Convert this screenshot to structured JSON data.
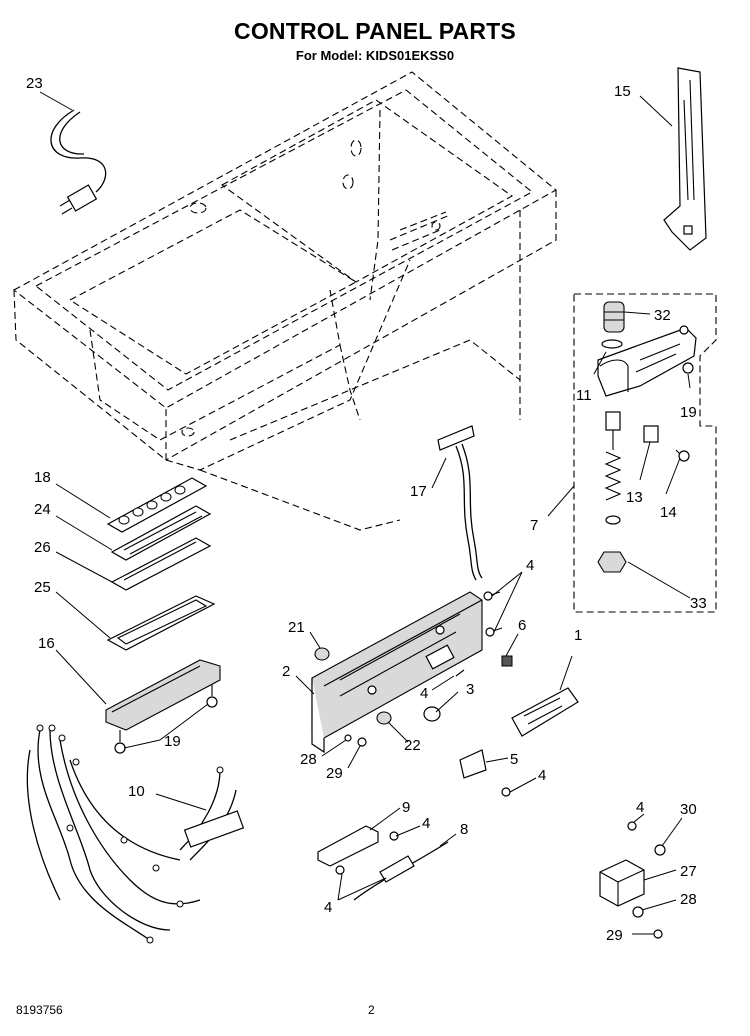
{
  "header": {
    "title": "CONTROL PANEL PARTS",
    "model_line": "For Model: KIDS01EKSS0"
  },
  "callouts": {
    "c23": "23",
    "c15": "15",
    "c32": "32",
    "c11": "11",
    "c19a": "19",
    "c13": "13",
    "c14": "14",
    "c7": "7",
    "c33": "33",
    "c18": "18",
    "c24": "24",
    "c26": "26",
    "c25": "25",
    "c16": "16",
    "c19b": "19",
    "c17": "17",
    "c4a": "4",
    "c6": "6",
    "c1": "1",
    "c21": "21",
    "c2": "2",
    "c4b": "4",
    "c3": "3",
    "c22": "22",
    "c28a": "28",
    "c29a": "29",
    "c5": "5",
    "c4c": "4",
    "c10": "10",
    "c9": "9",
    "c4d": "4",
    "c8": "8",
    "c4e": "4",
    "c4f": "4",
    "c30": "30",
    "c27": "27",
    "c28b": "28",
    "c29b": "29"
  },
  "footer": {
    "doc_number": "8193756",
    "page_number": "2"
  }
}
